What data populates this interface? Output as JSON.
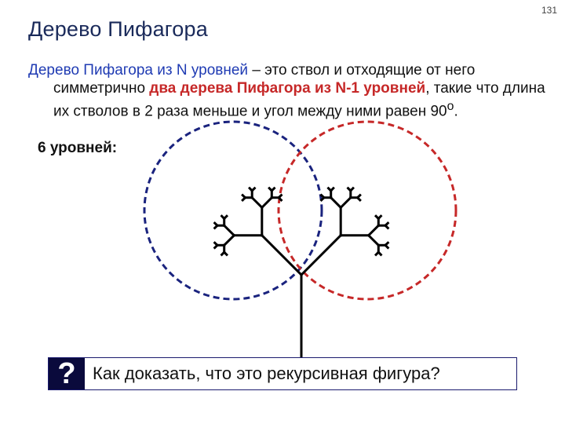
{
  "page": {
    "number": "131",
    "title": "Дерево Пифагора"
  },
  "definition": {
    "part1": "Дерево Пифагора из N уровней",
    "part2": " – это ствол и отходящие от него симметрично ",
    "part3": "два дерева Пифагора из N-1 уровней",
    "part4": ", такие что длина их стволов в 2 раза меньше и угол между ними равен 90",
    "degree_mark": "o",
    "end": "."
  },
  "figure": {
    "levels_label": "6 уровней:",
    "levels": 6,
    "branch_angle_deg": 90,
    "length_ratio": 0.5,
    "left_circle_color": "#1a237e",
    "right_circle_color": "#c62828",
    "tree_color": "#000000"
  },
  "question": {
    "icon": "?",
    "text": "Как доказать, что это рекурсивная фигура?"
  }
}
